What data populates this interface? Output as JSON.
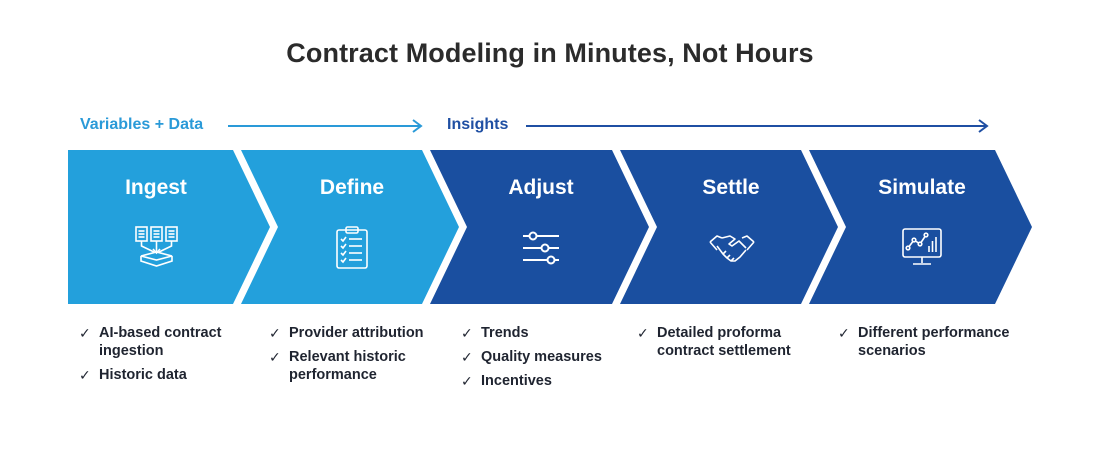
{
  "title": "Contract Modeling in Minutes, Not Hours",
  "phases": [
    {
      "label": "Variables + Data",
      "color": "#2a9ad8"
    },
    {
      "label": "Insights",
      "color": "#1f4fa3"
    }
  ],
  "stages": [
    {
      "label": "Ingest",
      "icon": "documents-ingest-icon",
      "color": "#23a0dc",
      "bullets": [
        "AI-based contract ingestion",
        "Historic data"
      ]
    },
    {
      "label": "Define",
      "icon": "clipboard-checklist-icon",
      "color": "#23a0dc",
      "bullets": [
        "Provider attribution",
        "Relevant historic performance"
      ]
    },
    {
      "label": "Adjust",
      "icon": "sliders-icon",
      "color": "#1a4fa0",
      "bullets": [
        "Trends",
        "Quality measures",
        "Incentives"
      ]
    },
    {
      "label": "Settle",
      "icon": "handshake-icon",
      "color": "#1a4fa0",
      "bullets": [
        "Detailed proforma contract settlement"
      ]
    },
    {
      "label": "Simulate",
      "icon": "monitor-analytics-icon",
      "color": "#1a4fa0",
      "bullets": [
        "Different performance scenarios"
      ]
    }
  ],
  "check_glyph": "✓"
}
